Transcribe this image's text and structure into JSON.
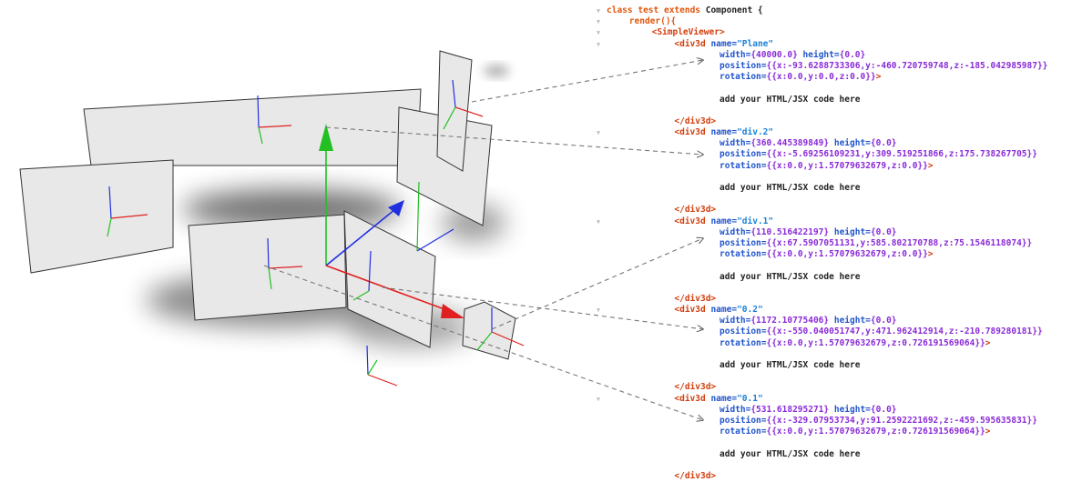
{
  "code": {
    "class_line": {
      "kw1": "class",
      "name": "test",
      "kw2": "extends",
      "base": "Component",
      "brace": "{"
    },
    "render_line": "render(){",
    "viewer_tag": "<SimpleViewer>",
    "open_tag": "<div3d",
    "name_attr": "name=",
    "width_attr": "width=",
    "height_attr": "height=",
    "position_attr": "position=",
    "rotation_attr": "rotation=",
    "body_text": "add your HTML/JSX code here",
    "close_tag": "</div3d>",
    "gutter_marker": "▼",
    "blocks": [
      {
        "name": "\"Plane\"",
        "width": "{40000.0}",
        "height": "{0.0}",
        "pos_x": "-93.6288733306",
        "pos_y": "-460.720759748",
        "pos_z": "-185.042985987",
        "rot_x": "0.0",
        "rot_y": "0.0",
        "rot_z": "0.0"
      },
      {
        "name": "\"div.2\"",
        "width": "{360.445389849}",
        "height": "{0.0}",
        "pos_x": "-5.69256109231",
        "pos_y": "309.519251866",
        "pos_z": "175.738267705",
        "rot_x": "0.0",
        "rot_y": "1.57079632679",
        "rot_z": "0.0"
      },
      {
        "name": "\"div.1\"",
        "width": "{110.516422197}",
        "height": "{0.0}",
        "pos_x": "67.5907051131",
        "pos_y": "585.802170788",
        "pos_z": "75.1546118074",
        "rot_x": "0.0",
        "rot_y": "1.57079632679",
        "rot_z": "0.0"
      },
      {
        "name": "\"0.2\"",
        "width": "{1172.10775406}",
        "height": "{0.0}",
        "pos_x": "-550.040051747",
        "pos_y": "471.962412914",
        "pos_z": "-210.789280181",
        "rot_x": "0.0",
        "rot_y": "1.57079632679",
        "rot_z": "0.726191569064"
      },
      {
        "name": "\"0.1\"",
        "width": "{531.618295271}",
        "height": "{0.0}",
        "pos_x": "-329.07953734",
        "pos_y": "91.2592221692",
        "pos_z": "-459.595635831",
        "rot_x": "0.0",
        "rot_y": "1.57079632679",
        "rot_z": "0.726191569064"
      }
    ]
  },
  "scene": {
    "panel_fill": "#e8e8e8",
    "axis_colors": {
      "x": "#e02020",
      "y": "#22c022",
      "z": "#2030e0"
    },
    "connector_color": "#777777"
  }
}
